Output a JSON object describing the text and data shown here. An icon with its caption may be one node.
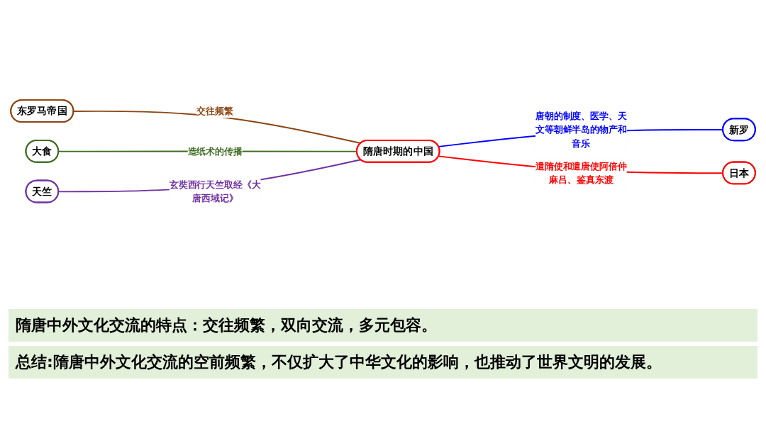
{
  "diagram": {
    "nodes": [
      {
        "text": [
          "隋唐时期的中国"
        ]
      },
      {
        "text": [
          "东罗马帝国"
        ]
      },
      {
        "text": [
          "新罗"
        ]
      },
      {
        "text": [
          "大食"
        ]
      },
      {
        "text": [
          "日本"
        ]
      },
      {
        "text": [
          "天竺"
        ]
      }
    ],
    "edges": [
      {
        "from": 1,
        "to": 0,
        "arrow": "none",
        "label": "交往频繁",
        "color": "#8b4513"
      },
      {
        "from": 0,
        "to": 2,
        "arrow": "none",
        "label": "唐朝的制度、医学、天文等朝鲜半岛的物产和音乐",
        "color": "#0000ff"
      },
      {
        "from": 3,
        "to": 0,
        "arrow": "none",
        "label": "造纸术的传播",
        "color": "#3f6b22"
      },
      {
        "from": 0,
        "to": 4,
        "arrow": "none",
        "label": "遣隋使和遣唐使阿倍仲麻吕、鉴真东渡",
        "color": "#ff0000"
      },
      {
        "from": 5,
        "to": 0,
        "arrow": "none",
        "label": "玄奘西行天竺取经《大唐西域记》",
        "color": "#7030a0"
      }
    ],
    "labels": [
      "隋唐中外文化交流的特点：交往频繁，双向交流，多元包容。",
      "总结:隋唐中外文化交流的空前频繁，不仅扩大了中华文化的影响，也推动了世界文明的发展。"
    ]
  }
}
